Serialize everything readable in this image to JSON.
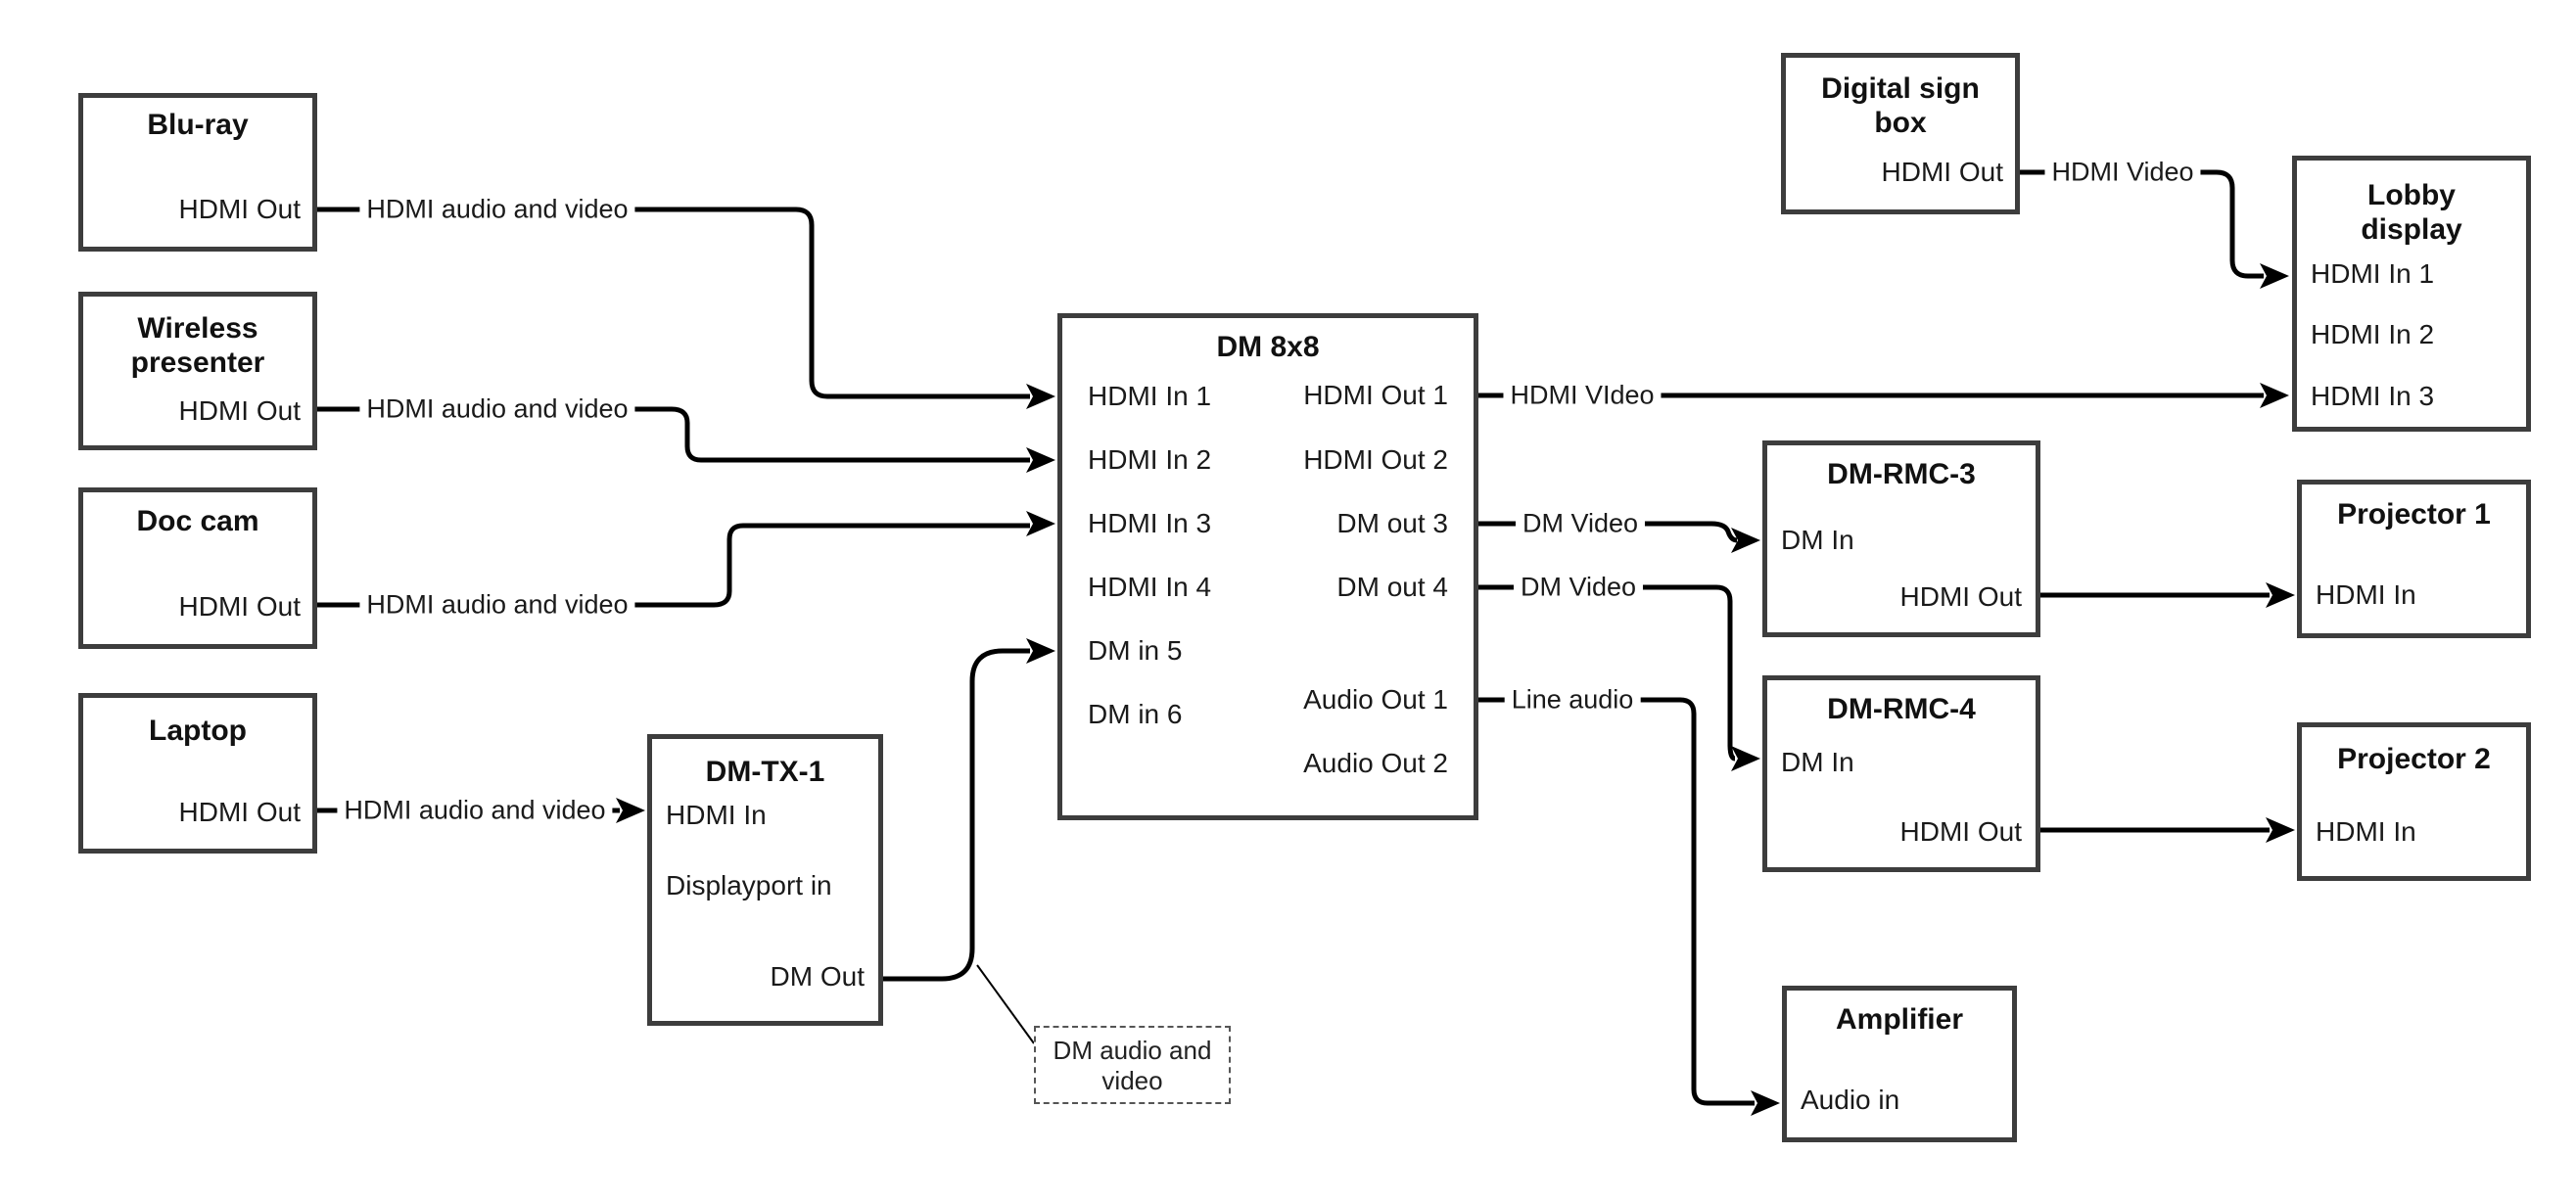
{
  "diagram": {
    "background": "#ffffff",
    "wire_color": "#000000",
    "box_border_color": "#3d3d3d"
  },
  "nodes": {
    "bluray": {
      "title": "Blu-ray",
      "port_out": "HDMI Out"
    },
    "wireless": {
      "title_line1": "Wireless",
      "title_line2": "presenter",
      "port_out": "HDMI Out"
    },
    "doccam": {
      "title": "Doc cam",
      "port_out": "HDMI Out"
    },
    "laptop": {
      "title": "Laptop",
      "port_out": "HDMI Out"
    },
    "dmtx1": {
      "title": "DM-TX-1",
      "port_hdmi_in": "HDMI In",
      "port_dp_in": "Displayport in",
      "port_dm_out": "DM Out"
    },
    "dm8x8": {
      "title": "DM 8x8",
      "inputs": [
        "HDMI In 1",
        "HDMI In 2",
        "HDMI In 3",
        "HDMI In 4",
        "DM in 5",
        "DM in 6"
      ],
      "outputs": [
        "HDMI Out 1",
        "HDMI Out 2",
        "DM out 3",
        "DM out 4",
        "Audio Out 1",
        "Audio Out 2"
      ]
    },
    "digitalsign": {
      "title_line1": "Digital sign",
      "title_line2": "box",
      "port_out": "HDMI Out"
    },
    "lobby": {
      "title_line1": "Lobby",
      "title_line2": "display",
      "inputs": [
        "HDMI In 1",
        "HDMI In 2",
        "HDMI In 3"
      ]
    },
    "dmrmc3": {
      "title": "DM-RMC-3",
      "port_in": "DM In",
      "port_out": "HDMI Out"
    },
    "proj1": {
      "title": "Projector 1",
      "port_in": "HDMI In"
    },
    "dmrmc4": {
      "title": "DM-RMC-4",
      "port_in": "DM In",
      "port_out": "HDMI Out"
    },
    "proj2": {
      "title": "Projector 2",
      "port_in": "HDMI In"
    },
    "amplifier": {
      "title": "Amplifier",
      "port_in": "Audio in"
    }
  },
  "edge_labels": {
    "bluray_wire": "HDMI audio and video",
    "wireless_wire": "HDMI audio and video",
    "doccam_wire": "HDMI audio and video",
    "laptop_wire": "HDMI audio and video",
    "hdmi_out1_wire": "HDMI VIdeo",
    "digitalsign_wire": "HDMI Video",
    "dm_out3_wire": "DM Video",
    "dm_out4_wire": "DM Video",
    "audio_out1_wire": "Line audio"
  },
  "note": {
    "line1": "DM audio and",
    "line2": "video"
  }
}
